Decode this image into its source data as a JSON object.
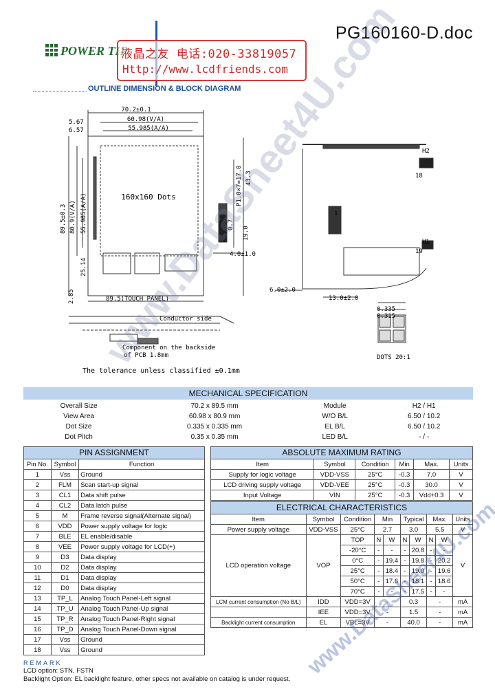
{
  "header": {
    "doc_title": "PG160160-D.doc",
    "logo_text": "POWER TIP",
    "stamp_line1": "液晶之友 电话:020-33819057",
    "stamp_line2": "Http://www.lcdfriends.com",
    "section_title": "OUTLINE DIMENSION & BLOCK DIAGRAM"
  },
  "drawing": {
    "dim_width": "70.2±0.1",
    "dim_va": "60.98(V/A)",
    "dim_aa": "55.985(A/A)",
    "dim_567": "5.67",
    "dim_657": "6.57",
    "dots_label": "160x160 Dots",
    "dim_height": "89.5±0.3",
    "dim_va_h": "80.9(V/A)",
    "dim_aa_h": "55.985(A/A)",
    "dim_2514": "25.14",
    "dim_285": "2.85",
    "touch_panel": "89.5(TOUCH PANEL)",
    "pitch": "P1.0×7=17.0",
    "dim_433": "43.3",
    "dim_07": "0.7",
    "dim_190": "19.0",
    "dim_40": "4.0±1.0",
    "dim_601": "6.0±2.0",
    "dim_130": "13.0±2.0",
    "conductor": "Conductor side",
    "component": "Component on the backside",
    "pcb": "of PCB 1.8mm",
    "tolerance": "The tolerance unless classified ±0.1mm",
    "dot_dim1": "0.335",
    "dot_dim2": "0.315",
    "dots_note": "DOTS 20:1",
    "pin_1": "1",
    "pin_18": "18",
    "pin_19": "19",
    "pin_h2": "H2",
    "pin_h1": "H1"
  },
  "mechanical": {
    "title": "MECHANICAL SPECIFICATION",
    "rows": [
      {
        "label": "Overall Size",
        "value": "70.2 x 89.5 mm",
        "label2": "Module",
        "value2": "H2 / H1"
      },
      {
        "label": "View Area",
        "value": "60.98 x 80.9 mm",
        "label2": "W/O B/L",
        "value2": "6.50 / 10.2"
      },
      {
        "label": "Dot Size",
        "value": "0.335 x 0.335 mm",
        "label2": "EL B/L",
        "value2": "6.50 / 10.2"
      },
      {
        "label": "Dot Pitch",
        "value": "0.35 x 0.35 mm",
        "label2": "LED B/L",
        "value2": "- / -"
      }
    ]
  },
  "pins": {
    "title": "PIN ASSIGNMENT",
    "headers": [
      "Pin No.",
      "Symbol",
      "Function"
    ],
    "rows": [
      [
        "1",
        "Vss",
        "Ground"
      ],
      [
        "2",
        "FLM",
        "Scan start-up signal"
      ],
      [
        "3",
        "CL1",
        "Data shift pulse"
      ],
      [
        "4",
        "CL2",
        "Data latch pulse"
      ],
      [
        "5",
        "M",
        "Frame reverse signal(Alternate signal)"
      ],
      [
        "6",
        "VDD",
        "Power supply voltage for logic"
      ],
      [
        "7",
        "BLE",
        "EL enable/disable"
      ],
      [
        "8",
        "VEE",
        "Power supply voltage for LCD(+)"
      ],
      [
        "9",
        "D3",
        "Data display"
      ],
      [
        "10",
        "D2",
        "Data display"
      ],
      [
        "11",
        "D1",
        "Data display"
      ],
      [
        "12",
        "D0",
        "Data display"
      ],
      [
        "13",
        "TP_L",
        "Analog Touch Panel-Left signal"
      ],
      [
        "14",
        "TP_U",
        "Analog Touch Panel-Up signal"
      ],
      [
        "15",
        "TP_R",
        "Analog Touch Panel-Right signal"
      ],
      [
        "16",
        "TP_D",
        "Analog Touch Panel-Down signal"
      ],
      [
        "17",
        "Vss",
        "Ground"
      ],
      [
        "18",
        "Vss",
        "Ground"
      ]
    ]
  },
  "absolute": {
    "title": "ABSOLUTE MAXIMUM RATING",
    "headers": [
      "Item",
      "Symbol",
      "Condition",
      "Min",
      "Max.",
      "Units"
    ],
    "rows": [
      [
        "Supply for logic voltage",
        "VDD-VSS",
        "25°C",
        "-0.3",
        "7.0",
        "V"
      ],
      [
        "LCD driving supply voltage",
        "VDD-VEE",
        "25°C",
        "-0.3",
        "30.0",
        "V"
      ],
      [
        "Input Voltage",
        "VIN",
        "25°C",
        "-0.3",
        "Vdd+0.3",
        "V"
      ]
    ]
  },
  "electrical": {
    "title": "ELECTRICAL CHARACTERISTICS",
    "headers": [
      "Item",
      "Symbol",
      "Condition",
      "Min",
      "Typical",
      "Max.",
      "Units"
    ],
    "power_row": [
      "Power supply voltage",
      "VDD-VSS",
      "25°C",
      "2.7",
      "3.0",
      "5.5",
      "V"
    ],
    "lcd_label": "LCD operation voltage",
    "lcd_symbol": "VOP",
    "sub_headers": [
      "TOP",
      "N",
      "W",
      "N",
      "W",
      "N",
      "W"
    ],
    "lcd_rows": [
      [
        "-20°C",
        "-",
        "-",
        "-",
        "20.8",
        "-",
        "-"
      ],
      [
        "0°C",
        "-",
        "19.4",
        "-",
        "19.8",
        "-",
        "20.2"
      ],
      [
        "25°C",
        "-",
        "18.4",
        "-",
        "19.0",
        "-",
        "19.6"
      ],
      [
        "50°C",
        "-",
        "17.6",
        "-",
        "18.1",
        "-",
        "18.6"
      ],
      [
        "70°C",
        "-",
        "-",
        "-",
        "17.5",
        "-",
        "-"
      ]
    ],
    "lcd_unit": "V",
    "current_rows": [
      [
        "LCM current consumption (No B/L)",
        "IDD",
        "VDD=3V",
        "-",
        "0.3",
        "-",
        "mA"
      ],
      [
        "",
        "IEE",
        "VDD=3V",
        "-",
        "1.5",
        "-",
        "mA"
      ],
      [
        "Backlight current consumption",
        "EL",
        "VBL=3V",
        "-",
        "40.0",
        "-",
        "mA"
      ]
    ]
  },
  "remark": {
    "heading": "REMARK",
    "line1": "LCD option: STN, FSTN",
    "line2": "Backlight Option: EL backlight feature, other specs not available on catalog is under request."
  },
  "watermarks": {
    "main": "www.DataSheet4U.com",
    "corner": "www.DataSheet4U.com"
  }
}
